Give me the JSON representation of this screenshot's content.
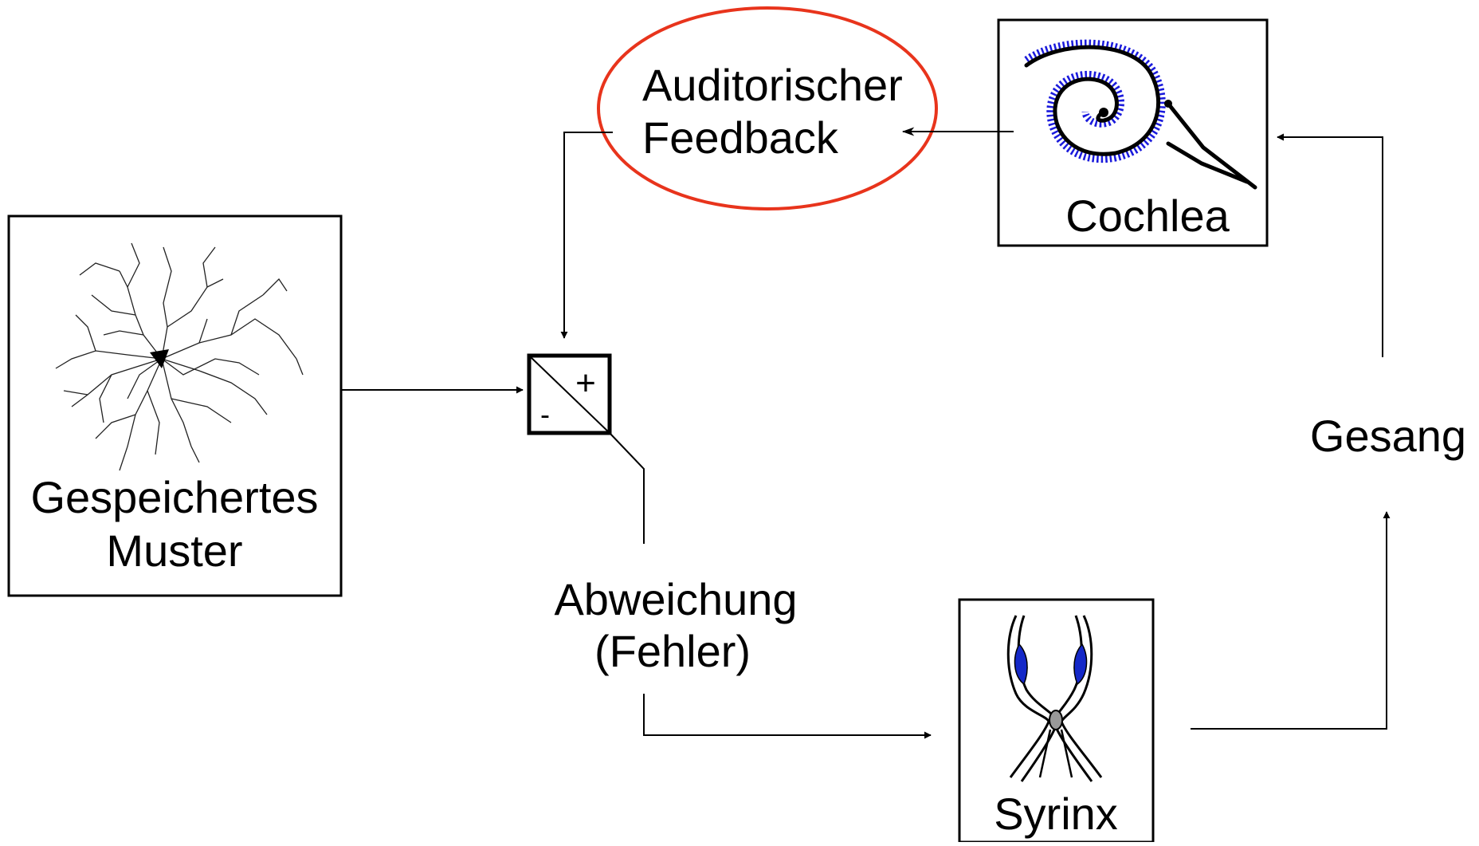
{
  "labels": {
    "stored_pattern_line1": "Gespeichertes",
    "stored_pattern_line2": "Muster",
    "auditory_feedback_line1": "Auditorischer",
    "auditory_feedback_line2": "Feedback",
    "cochlea": "Cochlea",
    "song": "Gesang",
    "deviation_line1": "Abweichung",
    "deviation_line2": "(Fehler)",
    "syrinx": "Syrinx",
    "comparator_plus": "+",
    "comparator_minus": "-"
  },
  "colors": {
    "feedback_ellipse": "#e8341c",
    "cochlea_hair_cells": "#1a1adc",
    "syrinx_membranes": "#1428c8",
    "lines": "#000000"
  },
  "icons": {
    "neuron": "neuron-icon",
    "cochlea": "cochlea-spiral-icon",
    "syrinx": "syrinx-icon",
    "comparator": "comparator-icon"
  }
}
